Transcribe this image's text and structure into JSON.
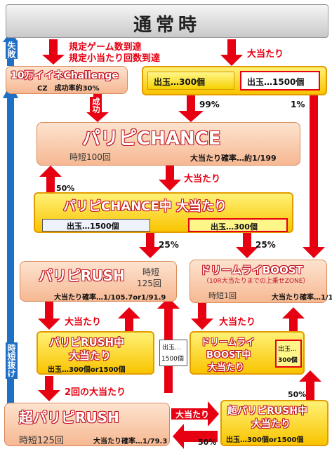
{
  "top": {
    "title": "通常時"
  },
  "labels": {
    "lose": "失敗",
    "cond1": "規定ゲーム数到達",
    "cond2": "規定小当たり回数到達",
    "hit_top": "大当たり",
    "success": "成功",
    "jitan_exit": "時短抜け"
  },
  "challenge": {
    "title": "10万イイネChallenge",
    "sub": "CZ　成功率約30%"
  },
  "first_hit": {
    "left": "出玉…300個",
    "right": "出玉…1500個",
    "pct_left": "99%",
    "pct_right": "1%"
  },
  "pari_chance": {
    "title": "パリピCHANCE",
    "jitan": "時短100回",
    "prob": "大当たり確率…約1/199"
  },
  "chance_hit_label": "大当たり",
  "chance_hit_pct": "50%",
  "chance_hit": {
    "title": "パリピCHANCE中 大当たり",
    "left": "出玉…1500個",
    "right": "出玉…300個",
    "pct_left": "25%",
    "pct_right": "25%"
  },
  "rush": {
    "title": "パリピRUSH",
    "jitan1": "時短",
    "jitan2": "125回",
    "prob": "大当たり確率…1/105.7or1/91.9"
  },
  "dream": {
    "title": "ドリームライBOOST",
    "sub": "（10R大当たりまでの上乗せZONE）",
    "jitan": "時短1回",
    "prob": "大当たり確率…1/1"
  },
  "rush_hit_label": "大当たり",
  "rush_hit": {
    "title1": "パリピRUSH中",
    "title2": "大当たり",
    "sub": "出玉…300個or1500個"
  },
  "mid_small": {
    "l1": "出玉…",
    "l2": "1500個"
  },
  "dream_hit_label": "大当たり",
  "dream_hit": {
    "t1": "ドリームライ",
    "t2": "BOOST中",
    "t3": "大当たり",
    "s1": "出玉…",
    "s2": "300個"
  },
  "two_hits": "2回の大当たり",
  "super_rush": {
    "title": "超パリピRUSH",
    "jitan": "時短125回",
    "prob": "大当たり確率…1/79.3"
  },
  "super_hit_label": "大当たり",
  "super_hit": {
    "t1": "超パリピRUSH中",
    "t2": "大当たり",
    "sub": "出玉…300個or1500個"
  },
  "pct_50_a": "50%",
  "pct_50_b": "50%"
}
